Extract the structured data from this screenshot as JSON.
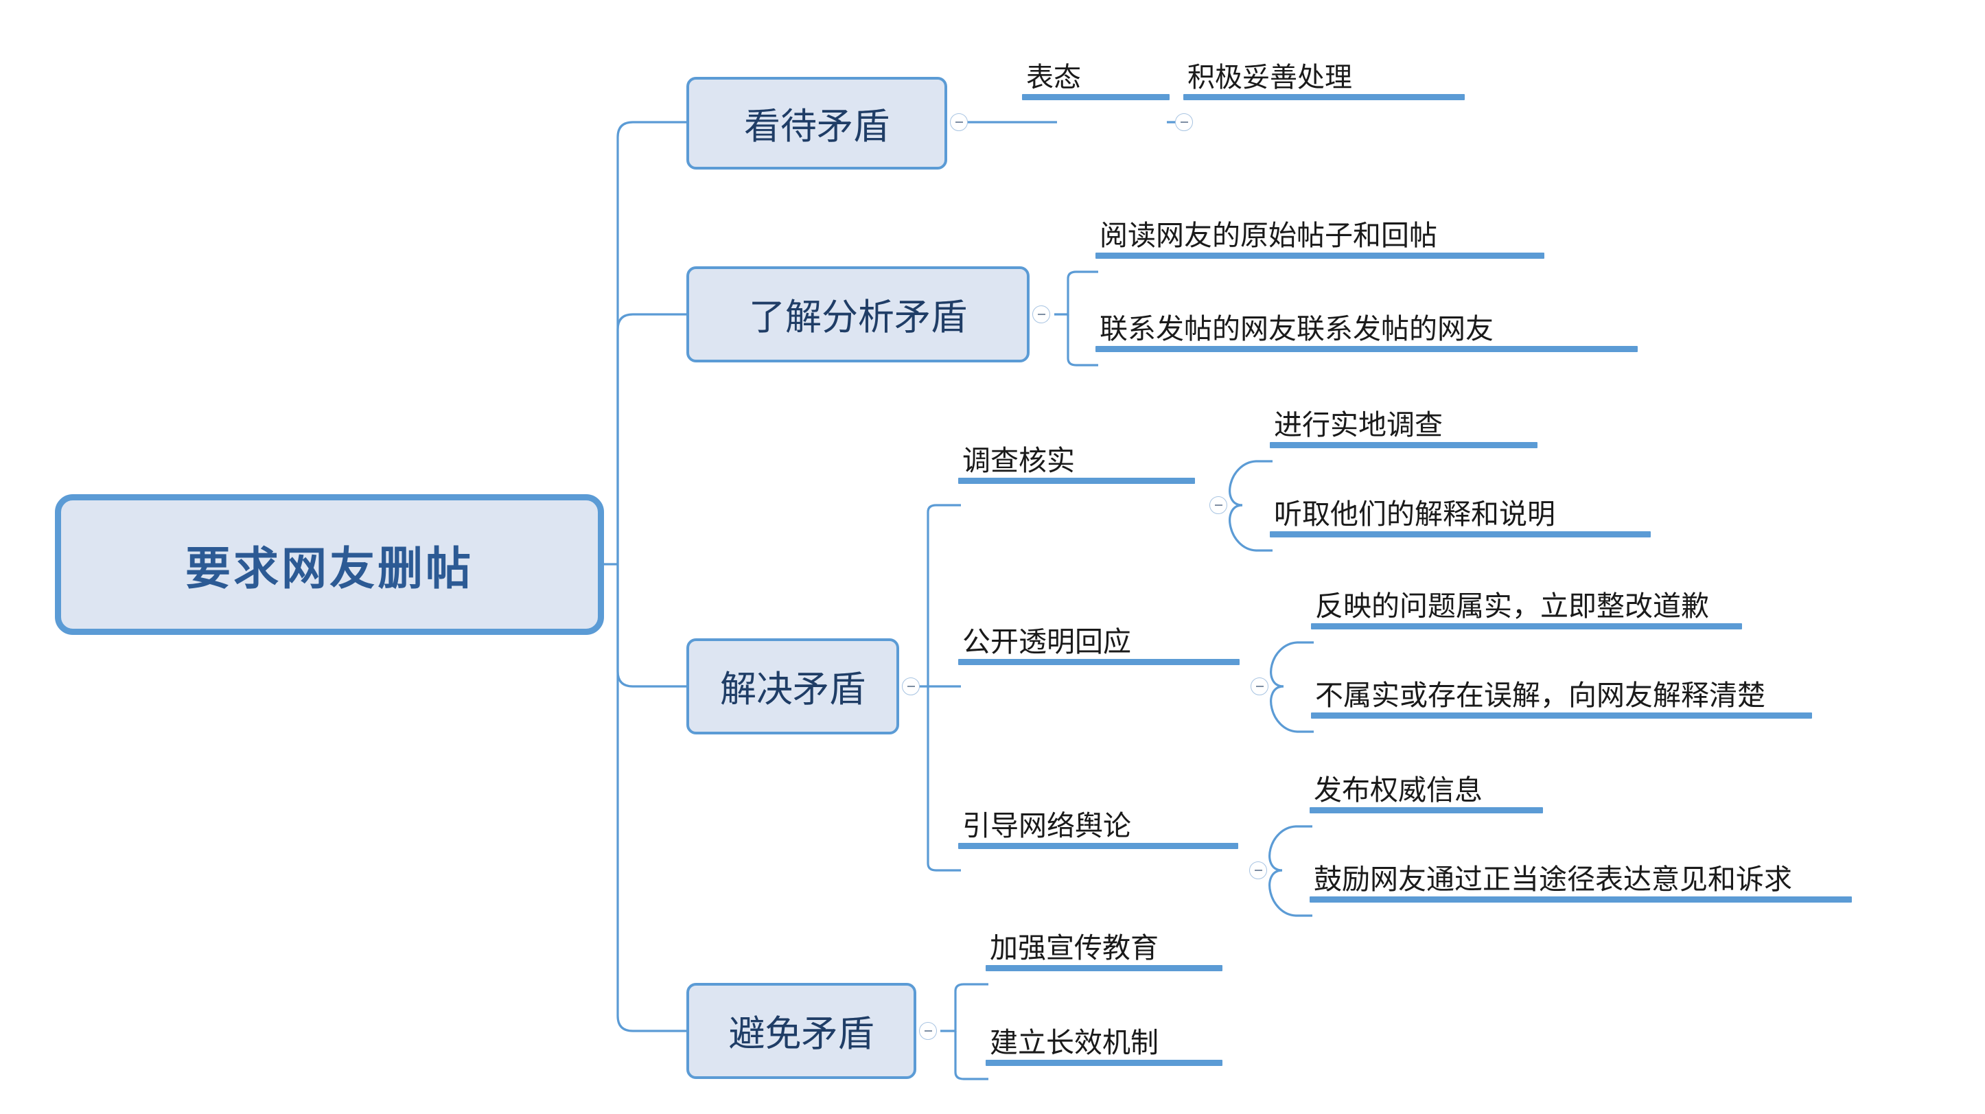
{
  "diagram": {
    "title": "要求网友删帖",
    "type": "mindmap",
    "colors": {
      "node_fill": "#dde5f2",
      "node_border": "#5b9bd5",
      "underline_bar": "#5b9bd5",
      "connector_line": "#5b9bd5",
      "root_text": "#2c5a94",
      "branch_text": "#1f3d66",
      "leaf_text": "#1a1a1a",
      "background": "#ffffff"
    },
    "root": {
      "label": "要求网友删帖"
    },
    "branches": [
      {
        "label": "看待矛盾",
        "toggle": "collapse-toggle",
        "children": [
          {
            "label": "表态",
            "toggle": "collapse-toggle",
            "children": [
              {
                "label": "积极妥善处理"
              }
            ]
          }
        ]
      },
      {
        "label": "了解分析矛盾",
        "toggle": "collapse-toggle",
        "children": [
          {
            "label": "阅读网友的原始帖子和回帖"
          },
          {
            "label": "联系发帖的网友联系发帖的网友"
          }
        ]
      },
      {
        "label": "解决矛盾",
        "toggle": "collapse-toggle",
        "children": [
          {
            "label": "调查核实",
            "toggle": "collapse-toggle",
            "children": [
              {
                "label": "进行实地调查"
              },
              {
                "label": "听取他们的解释和说明"
              }
            ]
          },
          {
            "label": "公开透明回应",
            "toggle": "collapse-toggle",
            "children": [
              {
                "label": "反映的问题属实，立即整改道歉"
              },
              {
                "label": "不属实或存在误解，向网友解释清楚"
              }
            ]
          },
          {
            "label": "引导网络舆论",
            "toggle": "collapse-toggle",
            "children": [
              {
                "label": "发布权威信息"
              },
              {
                "label": "鼓励网友通过正当途径表达意见和诉求"
              }
            ]
          }
        ]
      },
      {
        "label": "避免矛盾",
        "toggle": "collapse-toggle",
        "children": [
          {
            "label": "加强宣传教育"
          },
          {
            "label": "建立长效机制"
          }
        ]
      }
    ]
  }
}
